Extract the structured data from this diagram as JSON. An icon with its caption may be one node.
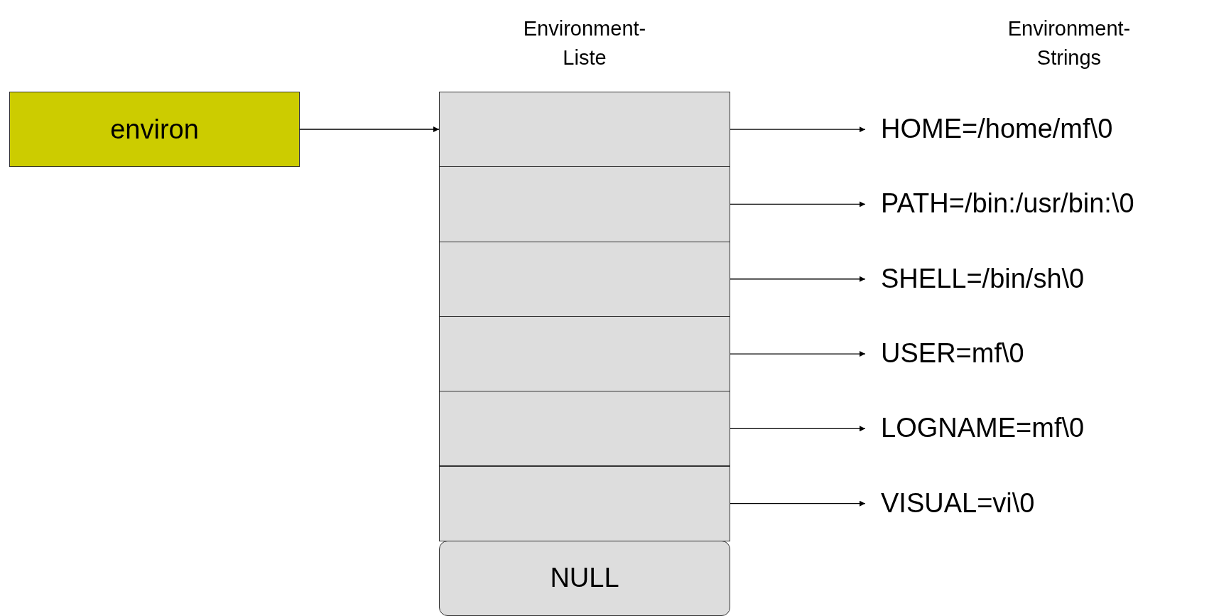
{
  "diagram": {
    "nodes": [
      {
        "text": [
          "environ"
        ]
      },
      {
        "text": [
          "Environment-Liste"
        ]
      },
      {
        "text": [],
        "shape": "box",
        "in": 1
      },
      {
        "text": [],
        "shape": "box",
        "in": 1
      },
      {
        "text": [],
        "shape": "box",
        "in": 1
      },
      {
        "text": [],
        "shape": "box",
        "in": 1
      },
      {
        "text": [],
        "shape": "box",
        "in": 1
      },
      {
        "text": [],
        "shape": "box",
        "in": 1
      },
      {
        "text": [
          "NULL"
        ],
        "in": 1
      },
      {
        "text": [
          "HOME=/home/mf\\0"
        ]
      },
      {
        "text": [
          "PATH=/bin:/usr/bin:\\0"
        ]
      },
      {
        "text": [
          "SHELL=/bin/sh\\0"
        ]
      },
      {
        "text": [
          "USER=mf\\0"
        ]
      },
      {
        "text": [
          "LOGNAME=mf\\0"
        ]
      },
      {
        "text": [
          "VISUAL=vi\\0"
        ]
      }
    ],
    "edges": [
      {
        "from": 0,
        "to": 2,
        "arrow": "to"
      },
      {
        "from": 2,
        "to": 9,
        "arrow": "to"
      },
      {
        "from": 3,
        "to": 10,
        "arrow": "to"
      },
      {
        "from": 4,
        "to": 11,
        "arrow": "to"
      },
      {
        "from": 5,
        "to": 12,
        "arrow": "to"
      },
      {
        "from": 6,
        "to": 13,
        "arrow": "to"
      },
      {
        "from": 7,
        "to": 14,
        "arrow": "to"
      }
    ],
    "labels": [
      "Environment-Strings"
    ]
  }
}
